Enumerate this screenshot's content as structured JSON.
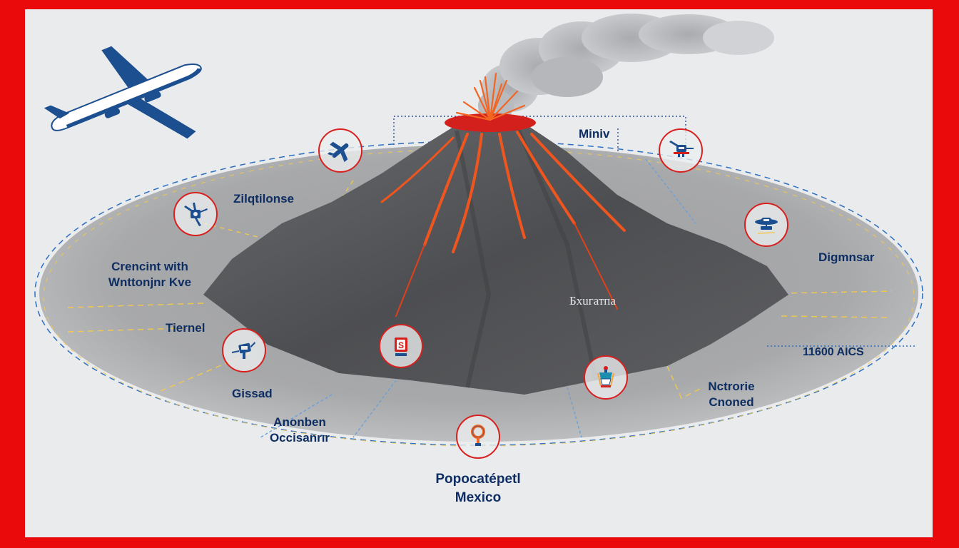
{
  "frame": {
    "border_color": "#ea0a0c",
    "background": "#e9ebed"
  },
  "colors": {
    "label_text": "#0e2e63",
    "marker_ring": "#d8201e",
    "icon_blue": "#1c4f8f",
    "lava": "#f0551e",
    "crater": "#d4201c",
    "rock": "#5a5b5e",
    "ground": "#a9aaac",
    "guide_yellow": "#f2c94c",
    "guide_blue": "#2d6fc0"
  },
  "title": {
    "line1": "Popocatépetl",
    "line2": "Mexico"
  },
  "labels": {
    "top_left": "Zilqtilonse",
    "left_upper_1": "Crencint with",
    "left_upper_2": "Wnttonjnr Kve",
    "left_mid": "Tiernel",
    "left_lower": "Gissad",
    "bottom_left_1": "Anonben",
    "bottom_left_2": "Occisanrır",
    "top_right": "Miniv",
    "right_upper": "Digmnsar",
    "right_altitude": "11600 AICS",
    "right_lower_1": "Nctrorie",
    "right_lower_2": "Cnoned",
    "slope": "Бхuгатпа"
  },
  "markers": [
    {
      "id": "aircraft-top",
      "icon": "airplane-icon"
    },
    {
      "id": "drone-left",
      "icon": "drone-icon"
    },
    {
      "id": "drone-lower-left",
      "icon": "drone-icon"
    },
    {
      "id": "sensor-center",
      "icon": "sensor-icon"
    },
    {
      "id": "aircraft-top-right",
      "icon": "aircraft-icon"
    },
    {
      "id": "drone-right",
      "icon": "drone-icon"
    },
    {
      "id": "station-lower-right",
      "icon": "monitoring-station-icon"
    },
    {
      "id": "location-bottom",
      "icon": "location-pin-icon"
    }
  ]
}
